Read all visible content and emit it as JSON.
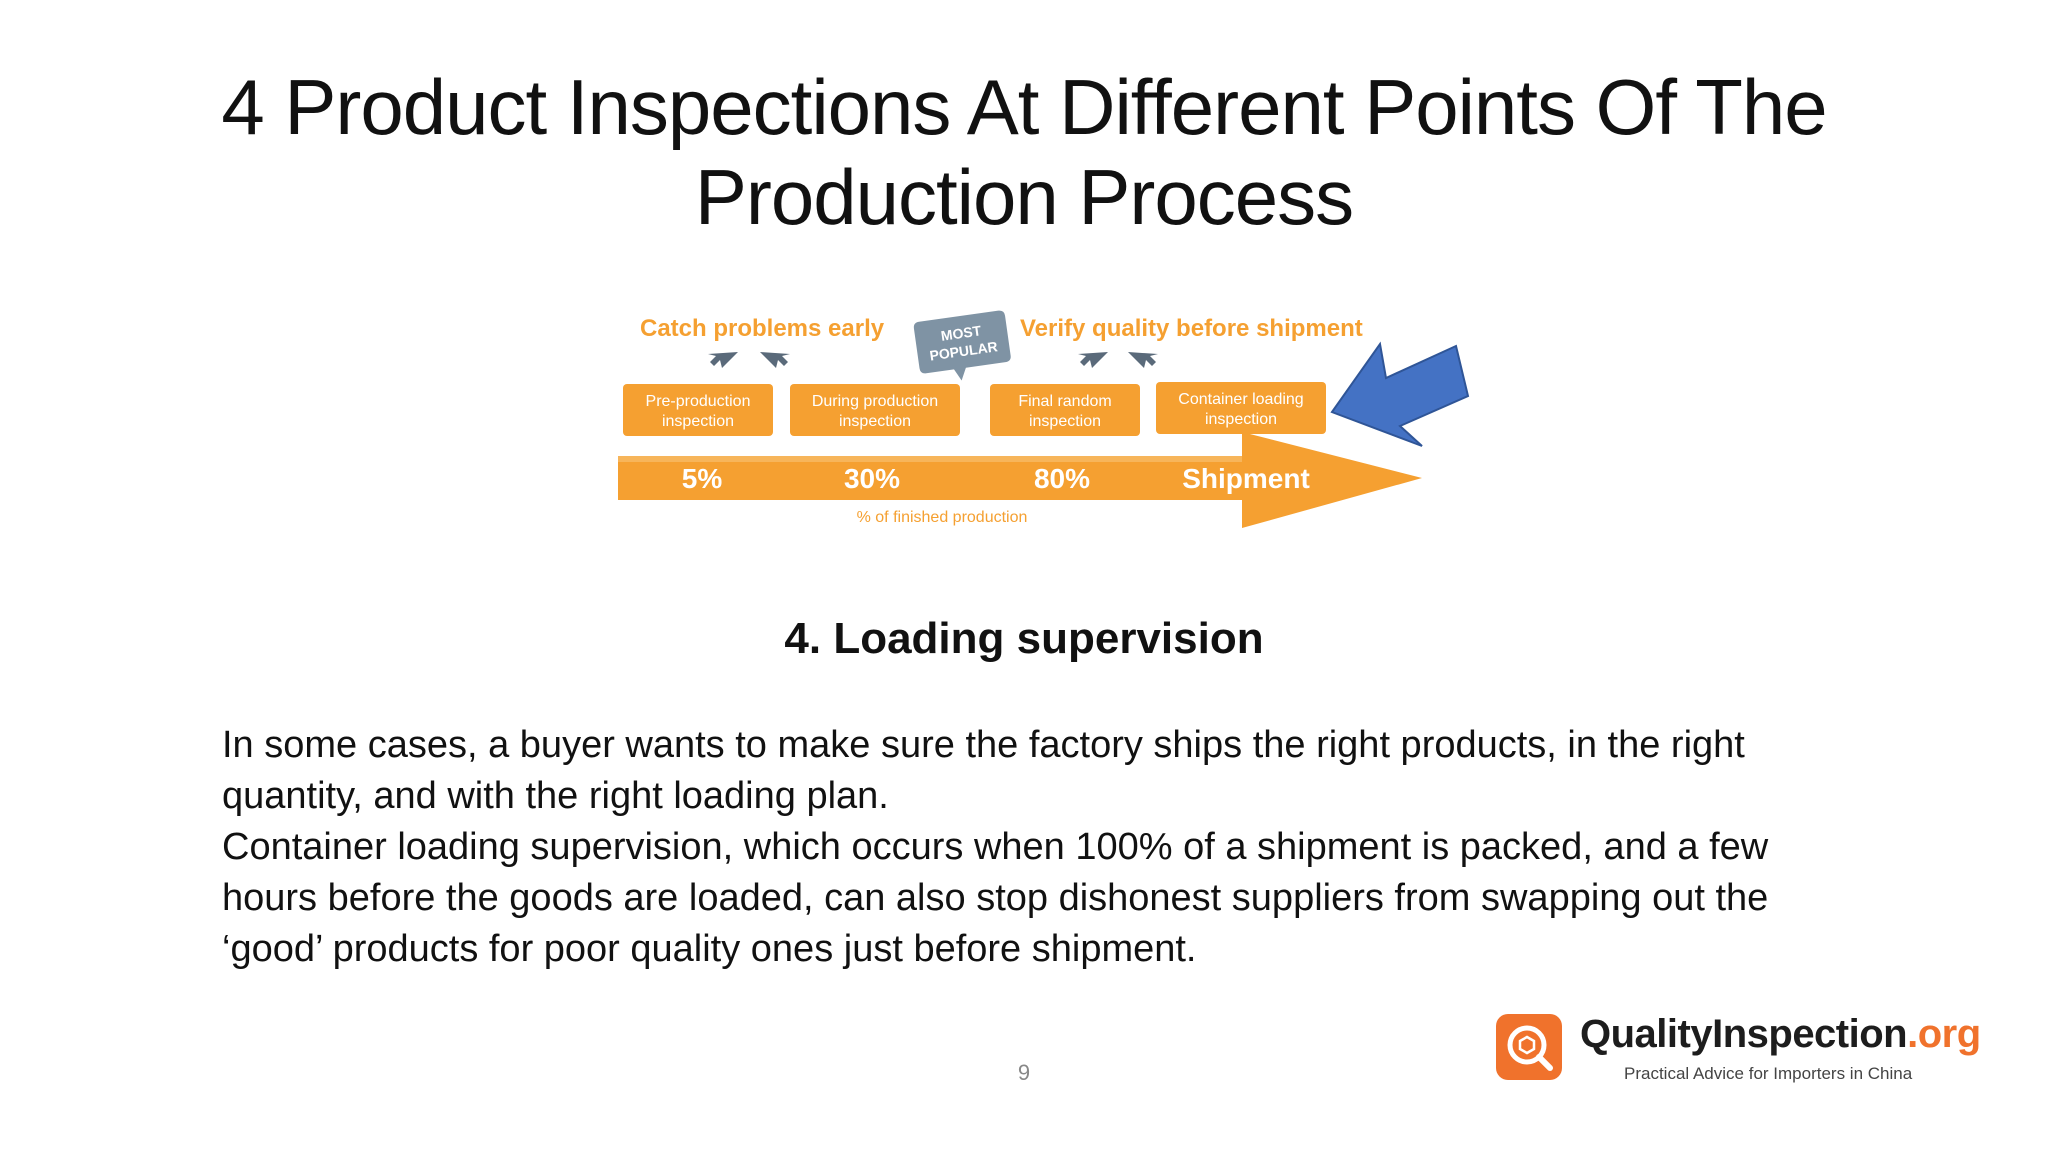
{
  "slide": {
    "title": "4 Product Inspections At Different Points Of The Production Process",
    "diagram": {
      "left_caption": "Catch problems early",
      "right_caption": "Verify quality before shipment",
      "badge_line1": "MOST",
      "badge_line2": "POPULAR",
      "boxes": [
        {
          "line1": "Pre-production",
          "line2": "inspection"
        },
        {
          "line1": "During production",
          "line2": "inspection"
        },
        {
          "line1": "Final random",
          "line2": "inspection"
        },
        {
          "line1": "Container loading",
          "line2": "inspection"
        }
      ],
      "stages": [
        "5%",
        "30%",
        "80%",
        "Shipment"
      ],
      "axis_note": "% of finished production",
      "colors": {
        "orange": "#f5a031",
        "light_orange": "#f7b55a",
        "arrow_blue": "#4472c4",
        "badge": "#7f93a4"
      }
    },
    "subheading": "4. Loading supervision",
    "paragraphs": [
      "In some cases, a buyer wants to make sure the factory ships the right products, in the right quantity, and with the right loading plan.",
      "Container loading supervision, which occurs when 100% of a shipment is packed, and a few hours before the goods are loaded, can also stop dishonest suppliers from swapping out the ‘good’ products for poor quality ones just before shipment."
    ],
    "page_number": "9",
    "logo": {
      "name": "QualityInspection",
      "tld": ".org",
      "tagline": "Practical Advice for Importers in China"
    }
  }
}
